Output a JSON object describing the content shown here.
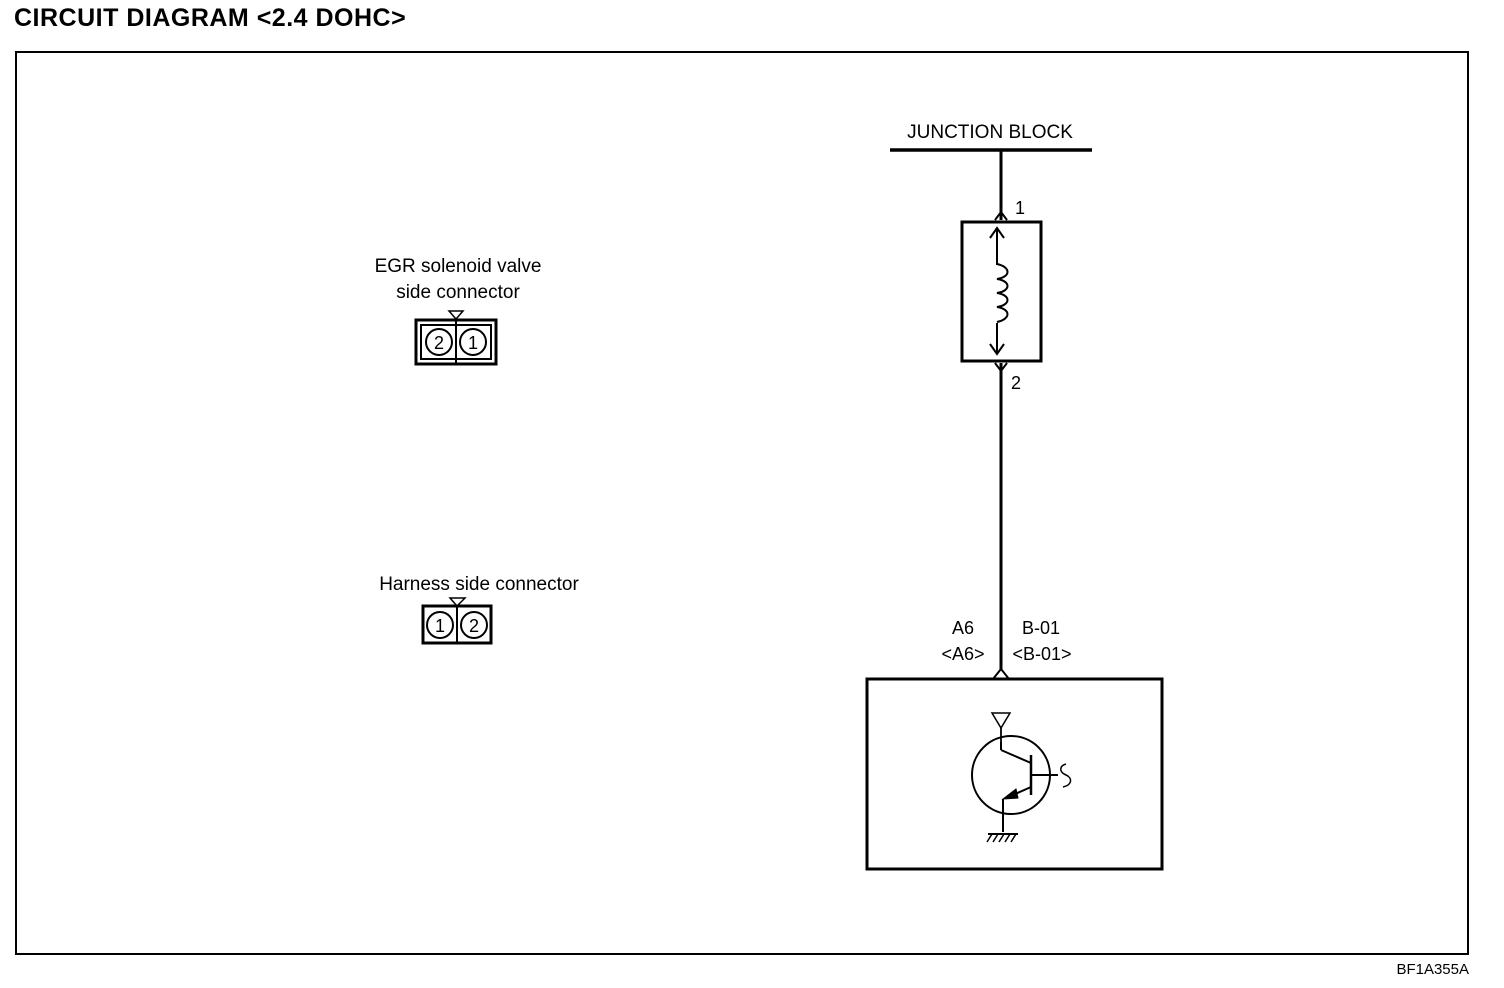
{
  "title": "CIRCUIT DIAGRAM <2.4 DOHC>",
  "junction_block_label": "JUNCTION BLOCK",
  "solenoid": {
    "pin_top": "1",
    "pin_bottom": "2"
  },
  "egr_connector": {
    "label_line1": "EGR solenoid valve",
    "label_line2": "side connector",
    "pins": [
      "2",
      "1"
    ]
  },
  "harness_connector": {
    "label": "Harness side connector",
    "pins": [
      "1",
      "2"
    ]
  },
  "ecu_terminal": {
    "left_line1": "A6",
    "left_line2": "<A6>",
    "right_line1": "B-01",
    "right_line2": "<B-01>"
  },
  "figure_code": "BF1A355A"
}
